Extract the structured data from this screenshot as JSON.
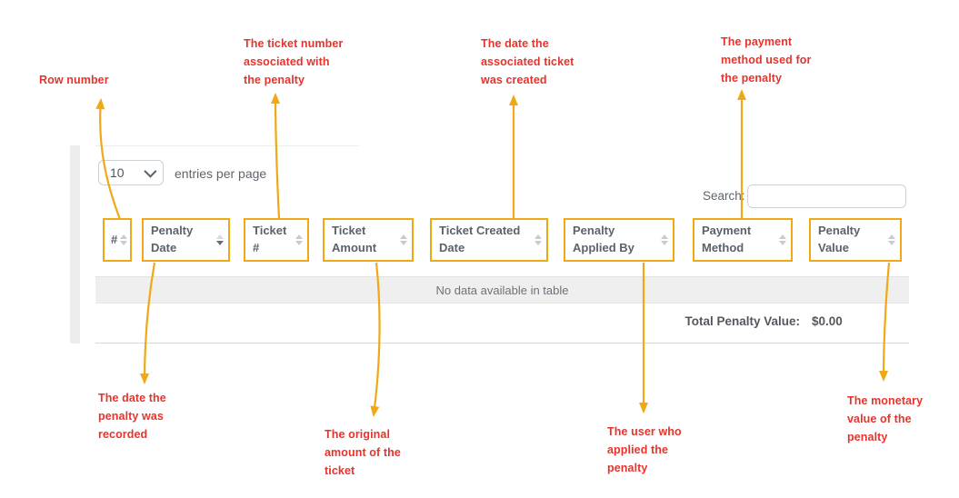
{
  "page": {
    "controls": {
      "page_size_value": "10",
      "entries_label": "entries per page",
      "search_label": "Search:",
      "search_value": "",
      "search_placeholder": ""
    },
    "table": {
      "columns": [
        {
          "label": "#",
          "sort": "both"
        },
        {
          "label": "Penalty Date",
          "sort": "desc"
        },
        {
          "label": "Ticket #",
          "sort": "both"
        },
        {
          "label": "Ticket Amount",
          "sort": "both"
        },
        {
          "label": "Ticket Created Date",
          "sort": "both"
        },
        {
          "label": "Penalty Applied By",
          "sort": "both"
        },
        {
          "label": "Payment Method",
          "sort": "both"
        },
        {
          "label": "Penalty Value",
          "sort": "both"
        }
      ],
      "empty_message": "No data available in table",
      "footer": {
        "total_label": "Total Penalty Value:",
        "total_value": "$0.00"
      }
    },
    "annotations": {
      "accent_color": "#f0a817",
      "text_color": "#e8332c",
      "top": [
        {
          "target": "row-number-column",
          "text": "Row number"
        },
        {
          "target": "ticket-number-column",
          "text": "The ticket number\nassociated with\nthe penalty"
        },
        {
          "target": "ticket-created-date-column",
          "text": "The date the\nassociated ticket\nwas created"
        },
        {
          "target": "payment-method-column",
          "text": "The payment\nmethod used for\nthe penalty"
        }
      ],
      "bottom": [
        {
          "target": "penalty-date-column",
          "text": "The date the\npenalty was\nrecorded"
        },
        {
          "target": "ticket-amount-column",
          "text": "The original\namount of the\nticket"
        },
        {
          "target": "penalty-applied-by-column",
          "text": "The user who\napplied the\npenalty"
        },
        {
          "target": "penalty-value-column",
          "text": "The monetary\nvalue of the\npenalty"
        }
      ]
    }
  }
}
